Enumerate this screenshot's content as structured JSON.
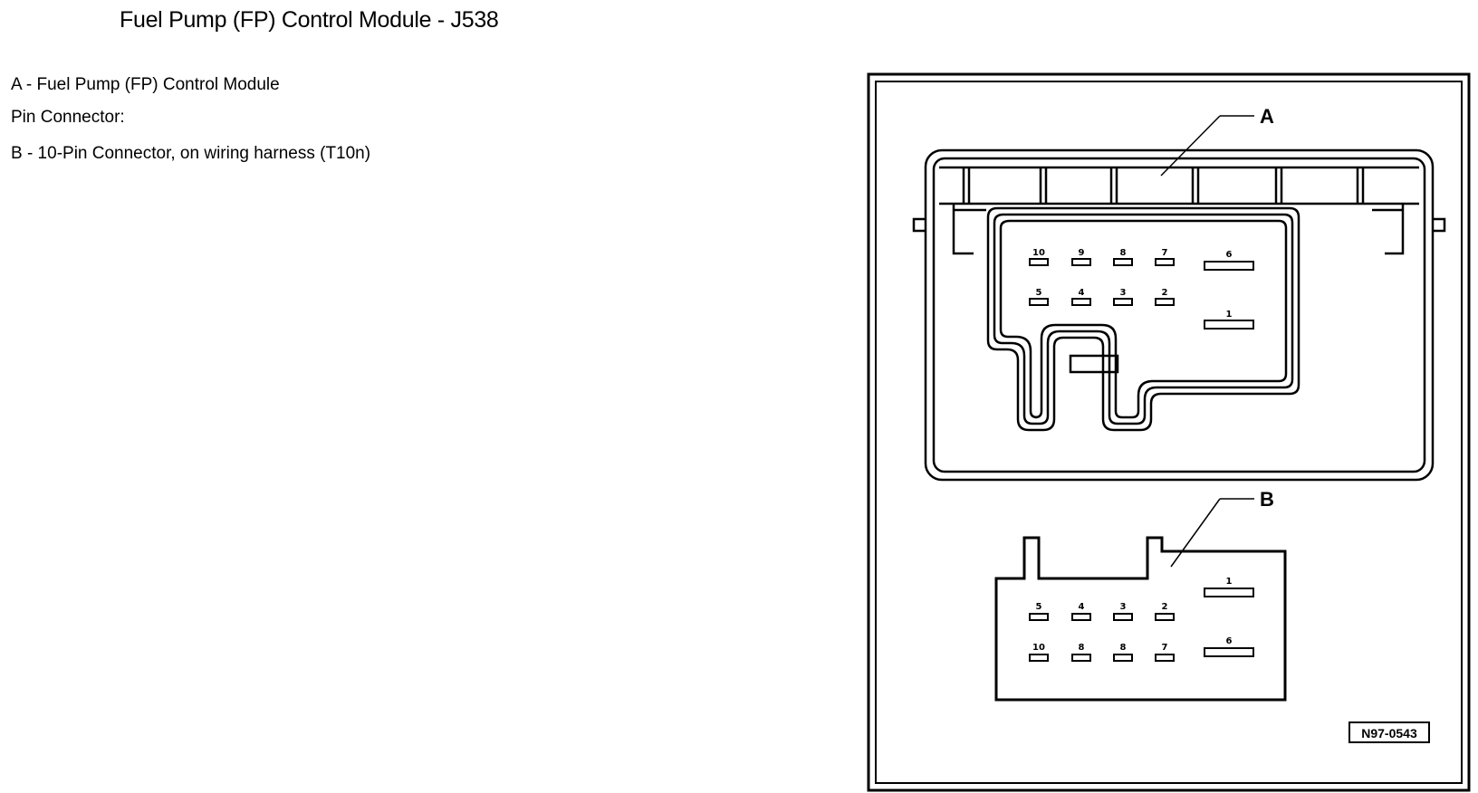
{
  "title": "Fuel Pump (FP) Control Module - J538",
  "legend": [
    "A - Fuel Pump (FP) Control Module",
    "Pin Connector:",
    "B - 10-Pin Connector, on wiring harness (T10n)"
  ],
  "figure": {
    "callout_a": "A",
    "callout_b": "B",
    "ref_code": "N97-0543",
    "connector_a_pins": {
      "top_row": [
        "10",
        "9",
        "8",
        "7"
      ],
      "mid_row": [
        "5",
        "4",
        "3",
        "2"
      ],
      "wide_top": "6",
      "wide_bottom": "1"
    },
    "connector_b_pins": {
      "top_row": [
        "5",
        "4",
        "3",
        "2"
      ],
      "mid_row": [
        "10",
        "8",
        "8",
        "7"
      ],
      "wide_top": "1",
      "wide_bottom": "6"
    }
  }
}
